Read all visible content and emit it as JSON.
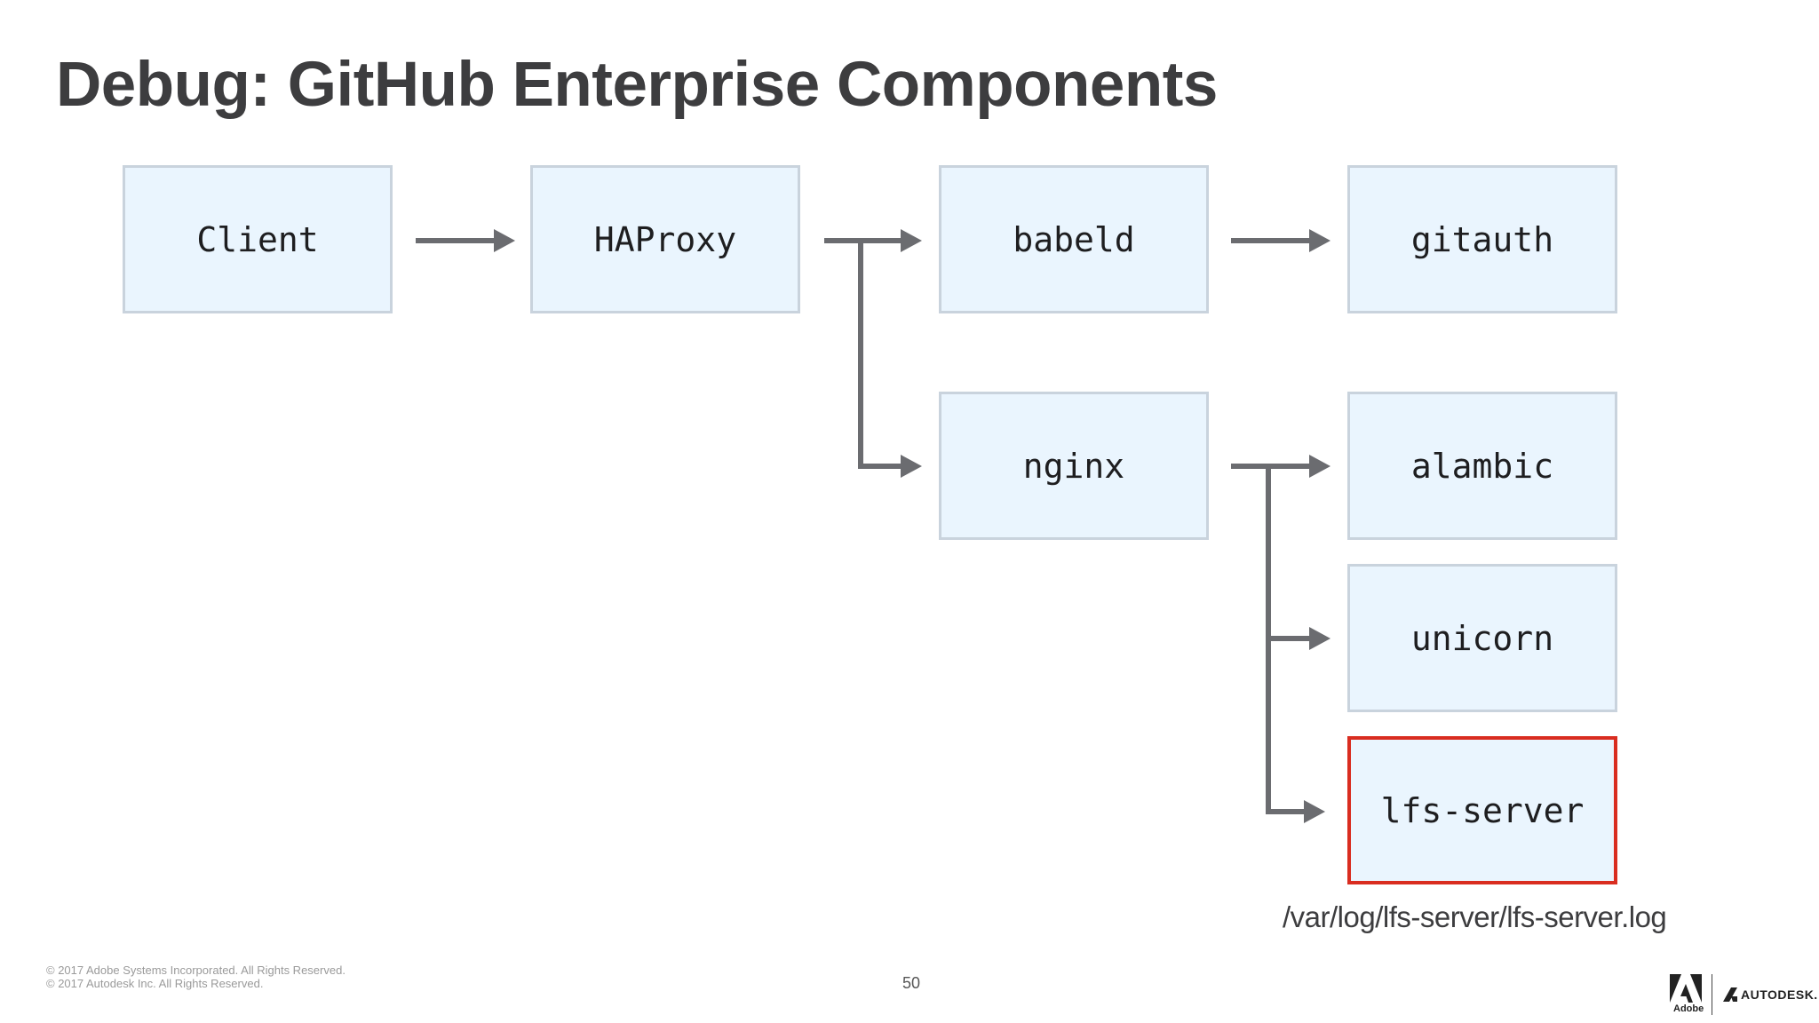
{
  "slide": {
    "title": "Debug: GitHub Enterprise Components",
    "log_path": "/var/log/lfs-server/lfs-server.log",
    "page_number": "50",
    "copyright": [
      "© 2017 Adobe Systems Incorporated.  All Rights Reserved.",
      "© 2017 Autodesk Inc.  All Rights Reserved."
    ],
    "logos": {
      "adobe": "Adobe",
      "autodesk": "AUTODESK."
    }
  },
  "diagram": {
    "nodes": [
      {
        "id": "client",
        "label": "Client"
      },
      {
        "id": "haproxy",
        "label": "HAProxy"
      },
      {
        "id": "babeld",
        "label": "babeld"
      },
      {
        "id": "gitauth",
        "label": "gitauth"
      },
      {
        "id": "nginx",
        "label": "nginx"
      },
      {
        "id": "alambic",
        "label": "alambic"
      },
      {
        "id": "unicorn",
        "label": "unicorn"
      },
      {
        "id": "lfs-server",
        "label": "lfs-server",
        "highlighted": true
      }
    ],
    "edges": [
      {
        "from": "client",
        "to": "haproxy"
      },
      {
        "from": "haproxy",
        "to": "babeld"
      },
      {
        "from": "haproxy",
        "to": "nginx"
      },
      {
        "from": "babeld",
        "to": "gitauth"
      },
      {
        "from": "nginx",
        "to": "alambic"
      },
      {
        "from": "nginx",
        "to": "unicorn"
      },
      {
        "from": "nginx",
        "to": "lfs-server"
      }
    ],
    "colors": {
      "node_fill": "#eaf5fe",
      "node_border": "#c9d3dd",
      "highlight_border": "#d92d20",
      "arrow": "#6b6c70"
    }
  }
}
